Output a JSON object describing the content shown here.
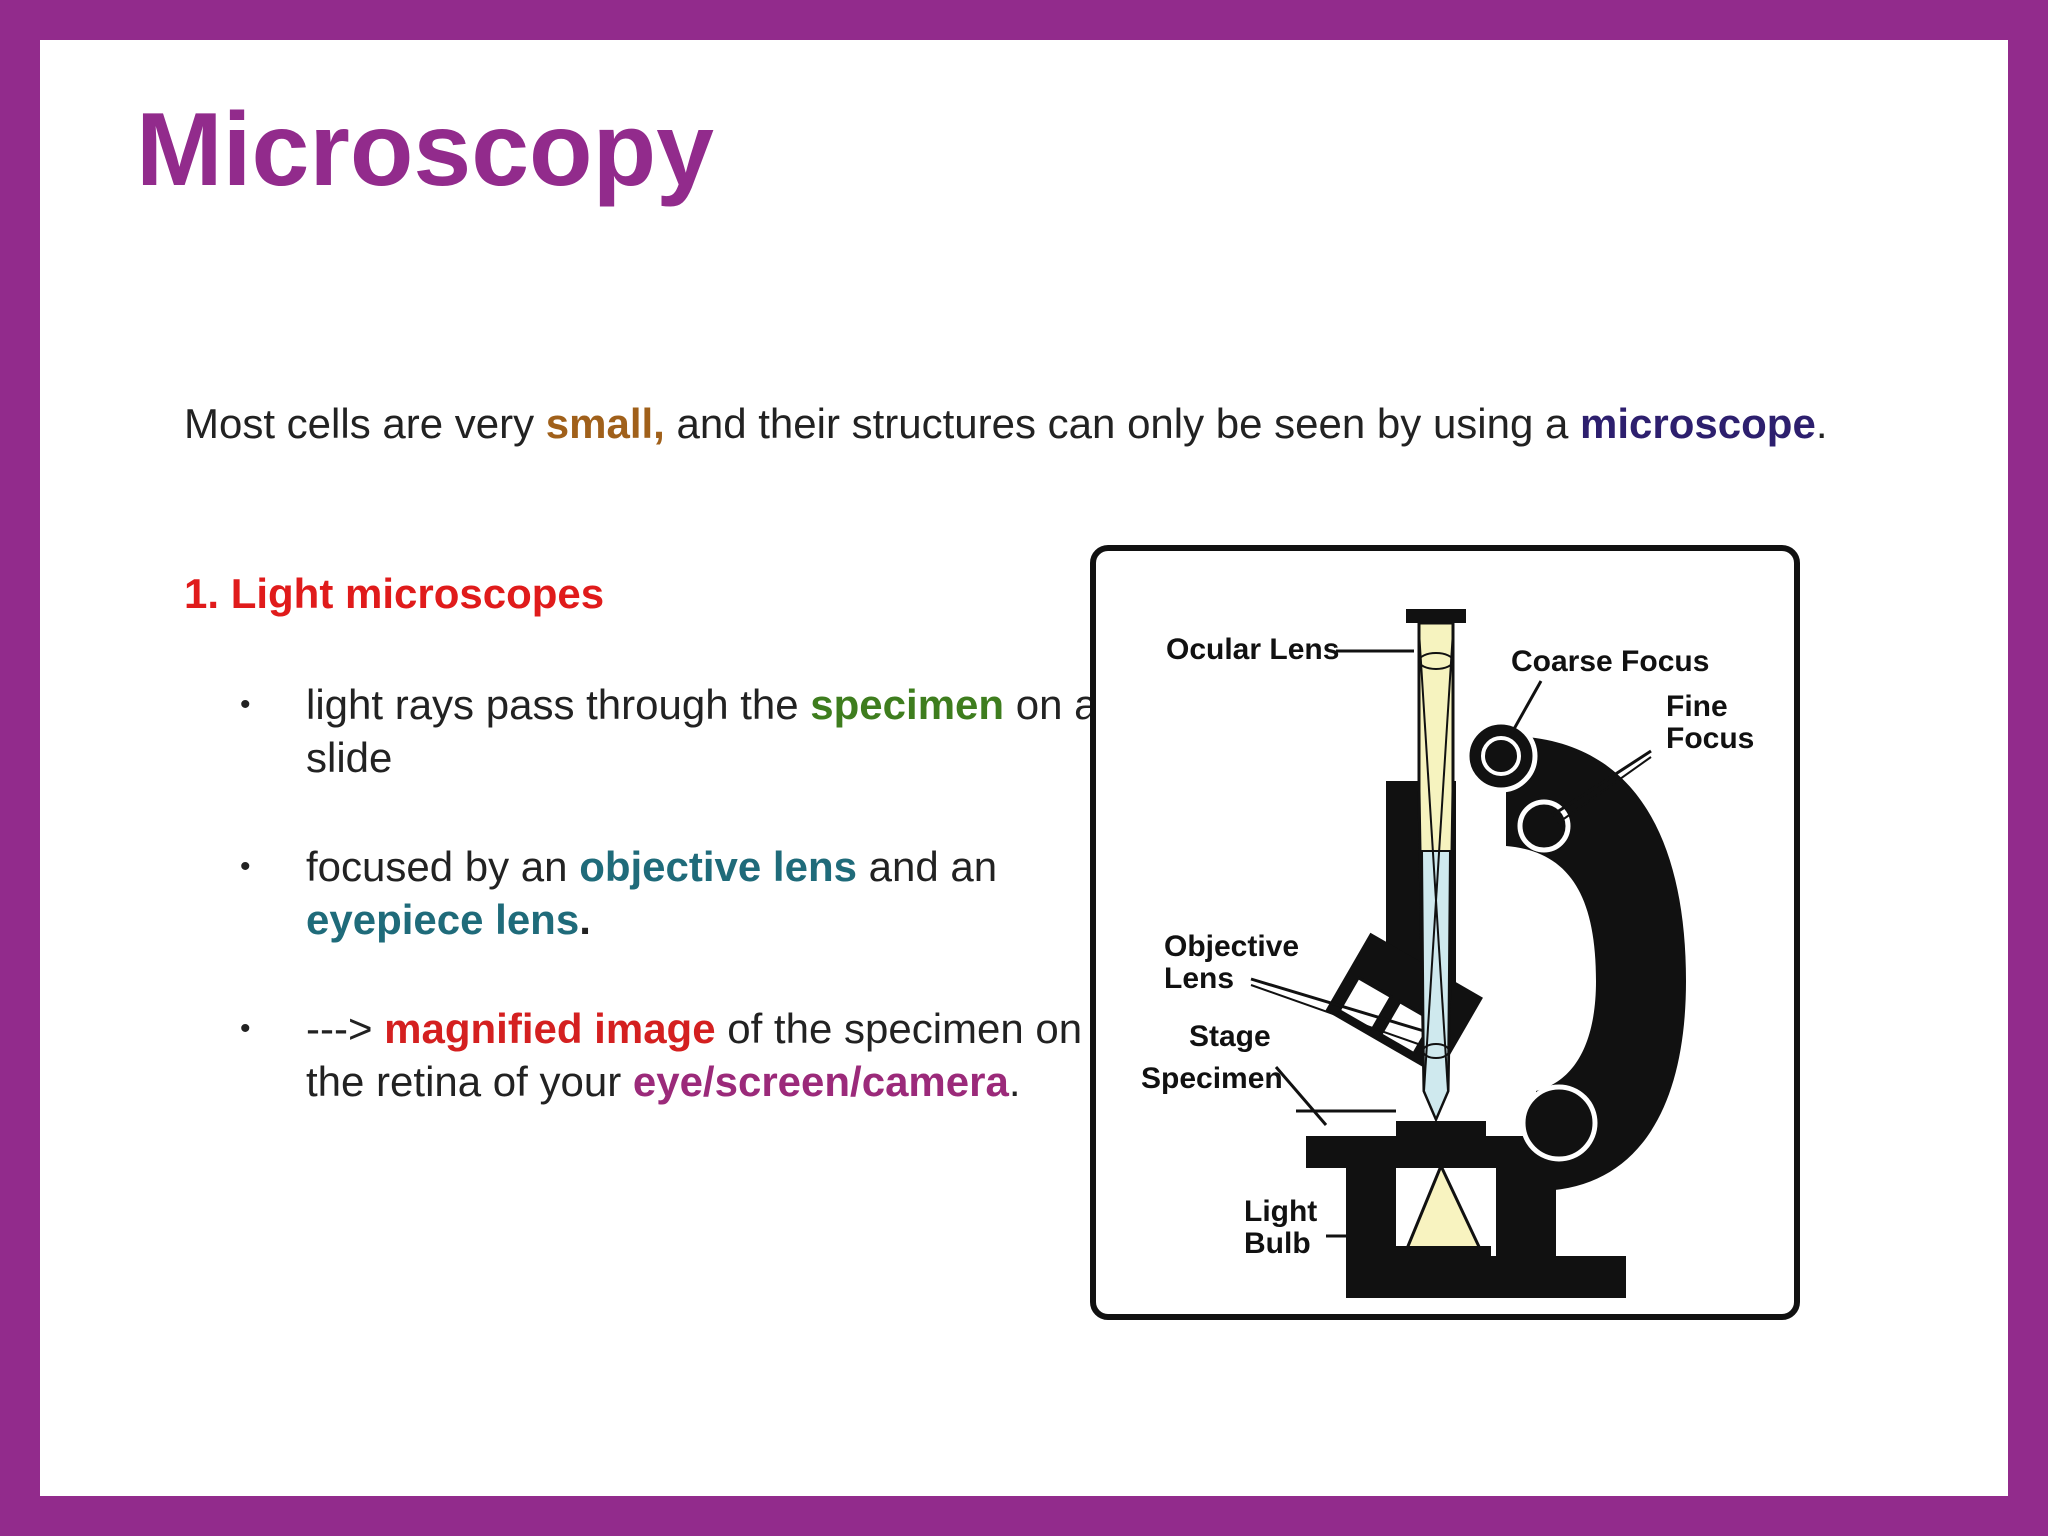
{
  "title": "Microscopy",
  "intro": {
    "t1": "Most cells are very ",
    "small": "small,",
    "t2": " and their structures can only be seen by using a ",
    "microscope": "microscope",
    "t3": "."
  },
  "section": {
    "heading": "1. Light microscopes"
  },
  "bullets": [
    {
      "marker": "•",
      "parts": [
        "light rays pass through the ",
        "specimen",
        " on a slide"
      ]
    },
    {
      "marker": "•",
      "parts": [
        "focused by an ",
        "objective lens",
        " and an ",
        "eyepiece lens",
        "."
      ]
    },
    {
      "marker": "•",
      "parts": [
        "---> ",
        "magnified image",
        " of the specimen on the retina of your ",
        "eye/screen/camera",
        "."
      ]
    }
  ],
  "diagram": {
    "labels": {
      "ocular_lens": "Ocular Lens",
      "coarse_focus": "Coarse Focus",
      "fine": "Fine",
      "focus": "Focus",
      "objective": "Objective",
      "lens": "Lens",
      "stage": "Stage",
      "specimen": "Specimen",
      "light": "Light",
      "bulb": "Bulb"
    }
  },
  "colors": {
    "border": "#922b8c",
    "title": "#922b8c",
    "small": "#a0601a",
    "microscope": "#2d1f6e",
    "heading": "#e01b1b",
    "specimen": "#3e7d1e",
    "lens": "#1f6b7a",
    "magnified": "#d42020",
    "eye_screen_camera": "#9b2a7a"
  }
}
